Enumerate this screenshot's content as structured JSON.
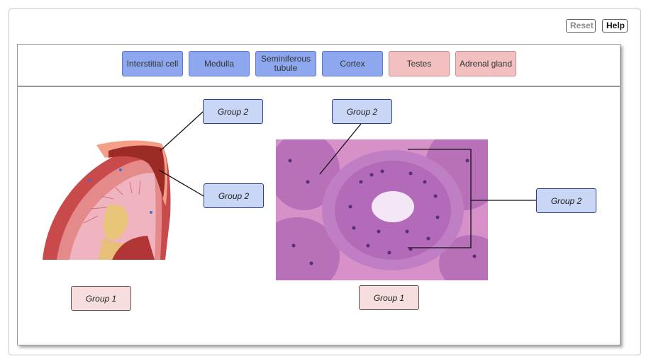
{
  "toolbar": {
    "reset_label": "Reset",
    "help_label": "Help"
  },
  "word_bank": [
    {
      "label": "Interstitial cell",
      "group": "Group 2"
    },
    {
      "label": "Medulla",
      "group": "Group 2"
    },
    {
      "label": "Seminiferous tubule",
      "group": "Group 2"
    },
    {
      "label": "Cortex",
      "group": "Group 2"
    },
    {
      "label": "Testes",
      "group": "Group 1"
    },
    {
      "label": "Adrenal gland",
      "group": "Group 1"
    }
  ],
  "targets": {
    "adrenal_top": "Group 2",
    "adrenal_mid": "Group 2",
    "adrenal_bottom": "Group 1",
    "testes_top": "Group 2",
    "testes_right": "Group 2",
    "testes_bottom": "Group 1"
  },
  "colors": {
    "group2_label": "#8ea8ef",
    "group1_label": "#f2c0c0",
    "group2_target": "#c9d6f6",
    "group1_target": "#f7dede"
  }
}
